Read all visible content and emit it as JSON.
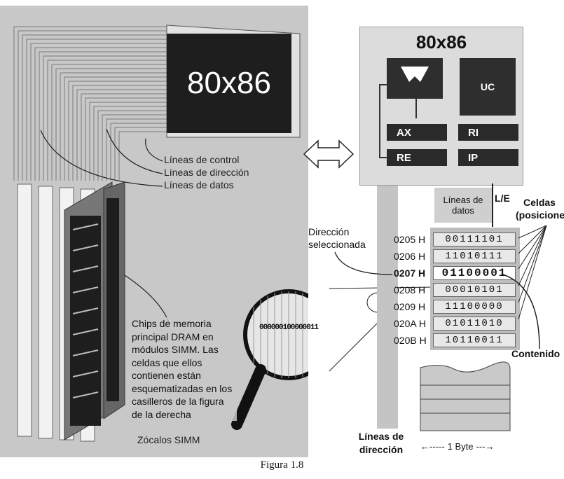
{
  "left": {
    "cpu_label": "80x86",
    "line_labels": [
      "Líneas de control",
      "Líneas de dirección",
      "Líneas de datos"
    ],
    "magnifier_text": "000000100000011",
    "chips_caption": "Chips de memoria principal DRAM en módulos SIMM. Las celdas que ellos contienen están esquematizadas en los casilleros de la figura de la derecha",
    "socket_label": "Zócalos SIMM"
  },
  "cpu": {
    "title": "80x86",
    "registers": [
      "AX",
      "RI",
      "RE",
      "IP"
    ],
    "uc_label": "UC"
  },
  "memory": {
    "data_lines_label": "Líneas de datos",
    "rw_label": "L/E",
    "cells_label": "Celdas (posiciones)",
    "selected_label": "Dirección seleccionada",
    "content_label": "Contenido",
    "address_lines_label": "Líneas de dirección",
    "byte_label": "1 Byte",
    "rows": [
      {
        "address": "0205 H",
        "value": "00111101",
        "selected": false
      },
      {
        "address": "0206 H",
        "value": "11010111",
        "selected": false
      },
      {
        "address": "0207 H",
        "value": "01100001",
        "selected": true
      },
      {
        "address": "0208 H",
        "value": "00010101",
        "selected": false
      },
      {
        "address": "0209 H",
        "value": "11100000",
        "selected": false
      },
      {
        "address": "020A H",
        "value": "01011010",
        "selected": false
      },
      {
        "address": "020B H",
        "value": "10110011",
        "selected": false
      }
    ]
  },
  "caption": "Figura 1.8"
}
